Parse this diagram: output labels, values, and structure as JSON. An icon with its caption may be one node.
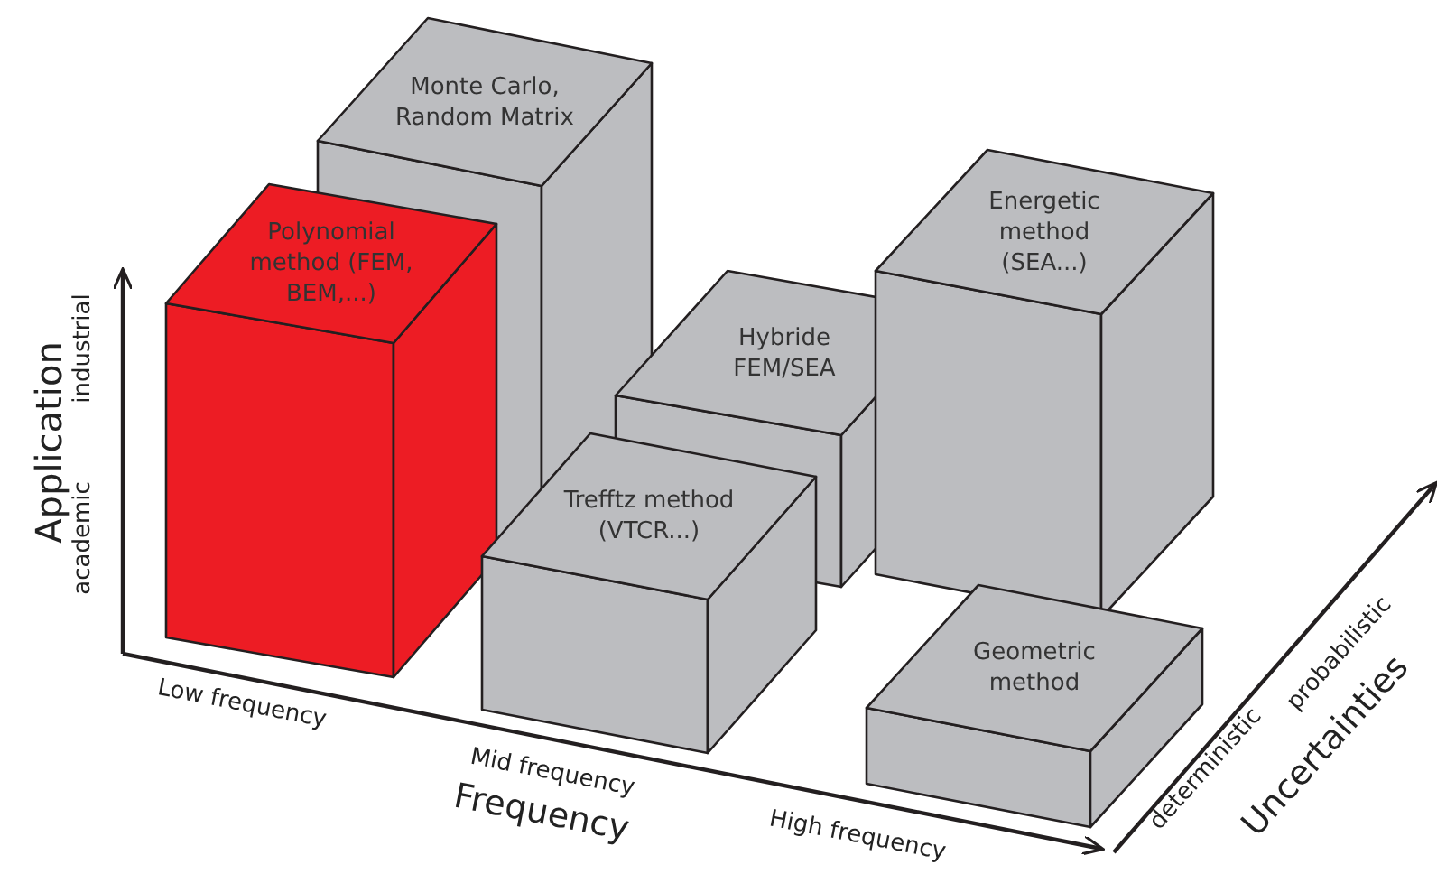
{
  "diagram": {
    "nodes": [
      {
        "text": [
          "Monte Carlo, Random Matrix"
        ]
      },
      {
        "text": [
          "Polynomial method (FEM, BEM,...)"
        ]
      },
      {
        "text": [
          "Energetic method (SEA...)"
        ]
      },
      {
        "text": [
          "Hybride FEM/SEA"
        ]
      },
      {
        "text": [
          "Trefftz method (VTCR...)"
        ]
      },
      {
        "text": [
          "Geometric method"
        ]
      }
    ],
    "edges": [],
    "labels": [
      "Application",
      "industrial",
      "academic",
      "Low frequency",
      "Mid frequency",
      "Frequency",
      "High frequency",
      "deterministic",
      "probabilistic",
      "Uncertainties"
    ]
  }
}
